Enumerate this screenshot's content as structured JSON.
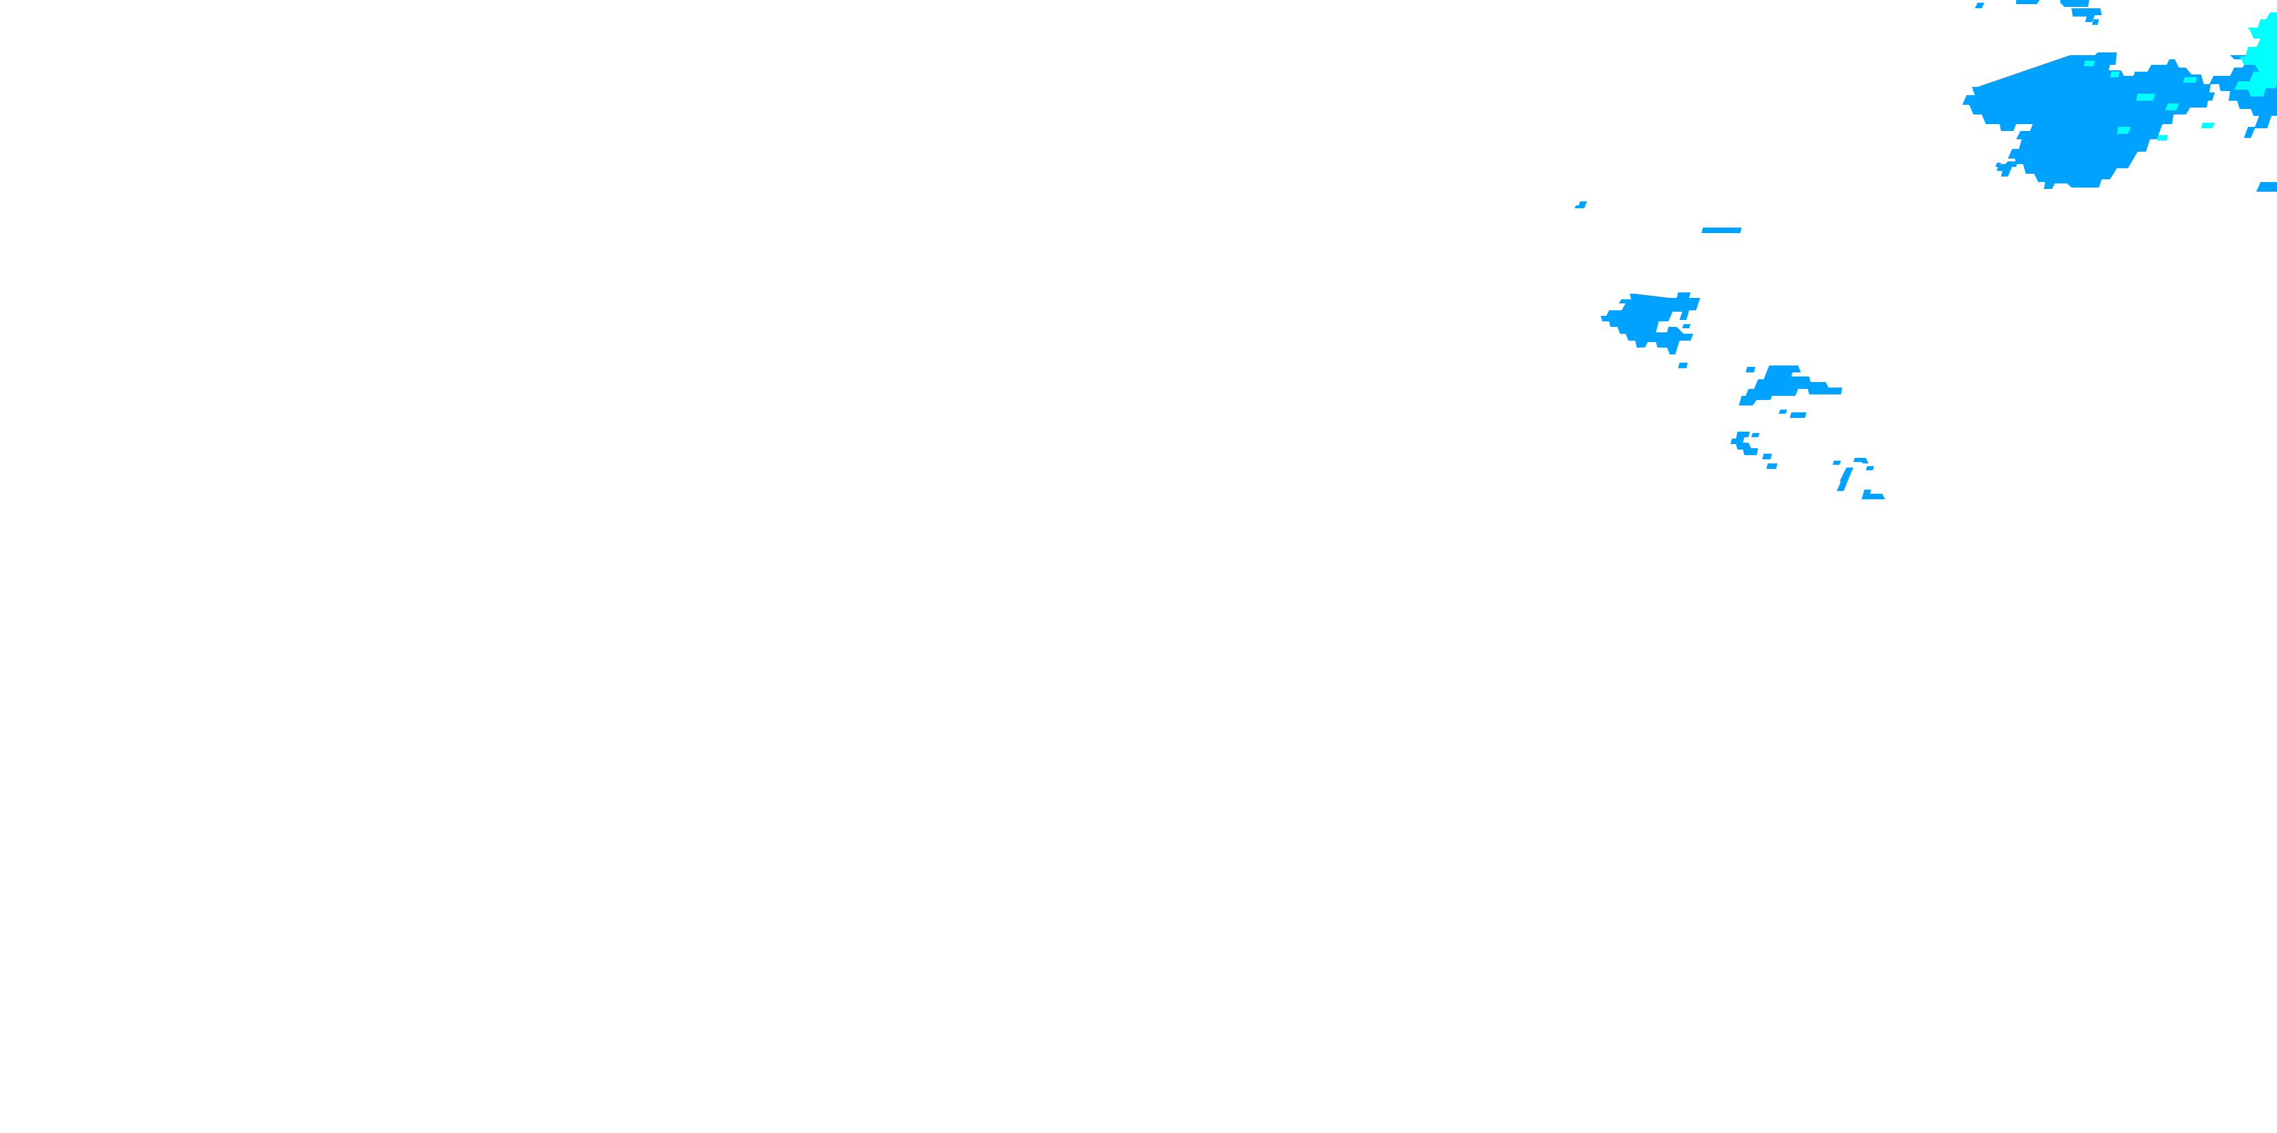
{
  "layer": {
    "kind": "precipitation-radar-overlay",
    "background": "#ffffff",
    "legend_colors": {
      "light": "#00a2ff",
      "moderate": "#00ffff"
    },
    "visible_levels": [
      "light",
      "moderate"
    ]
  }
}
